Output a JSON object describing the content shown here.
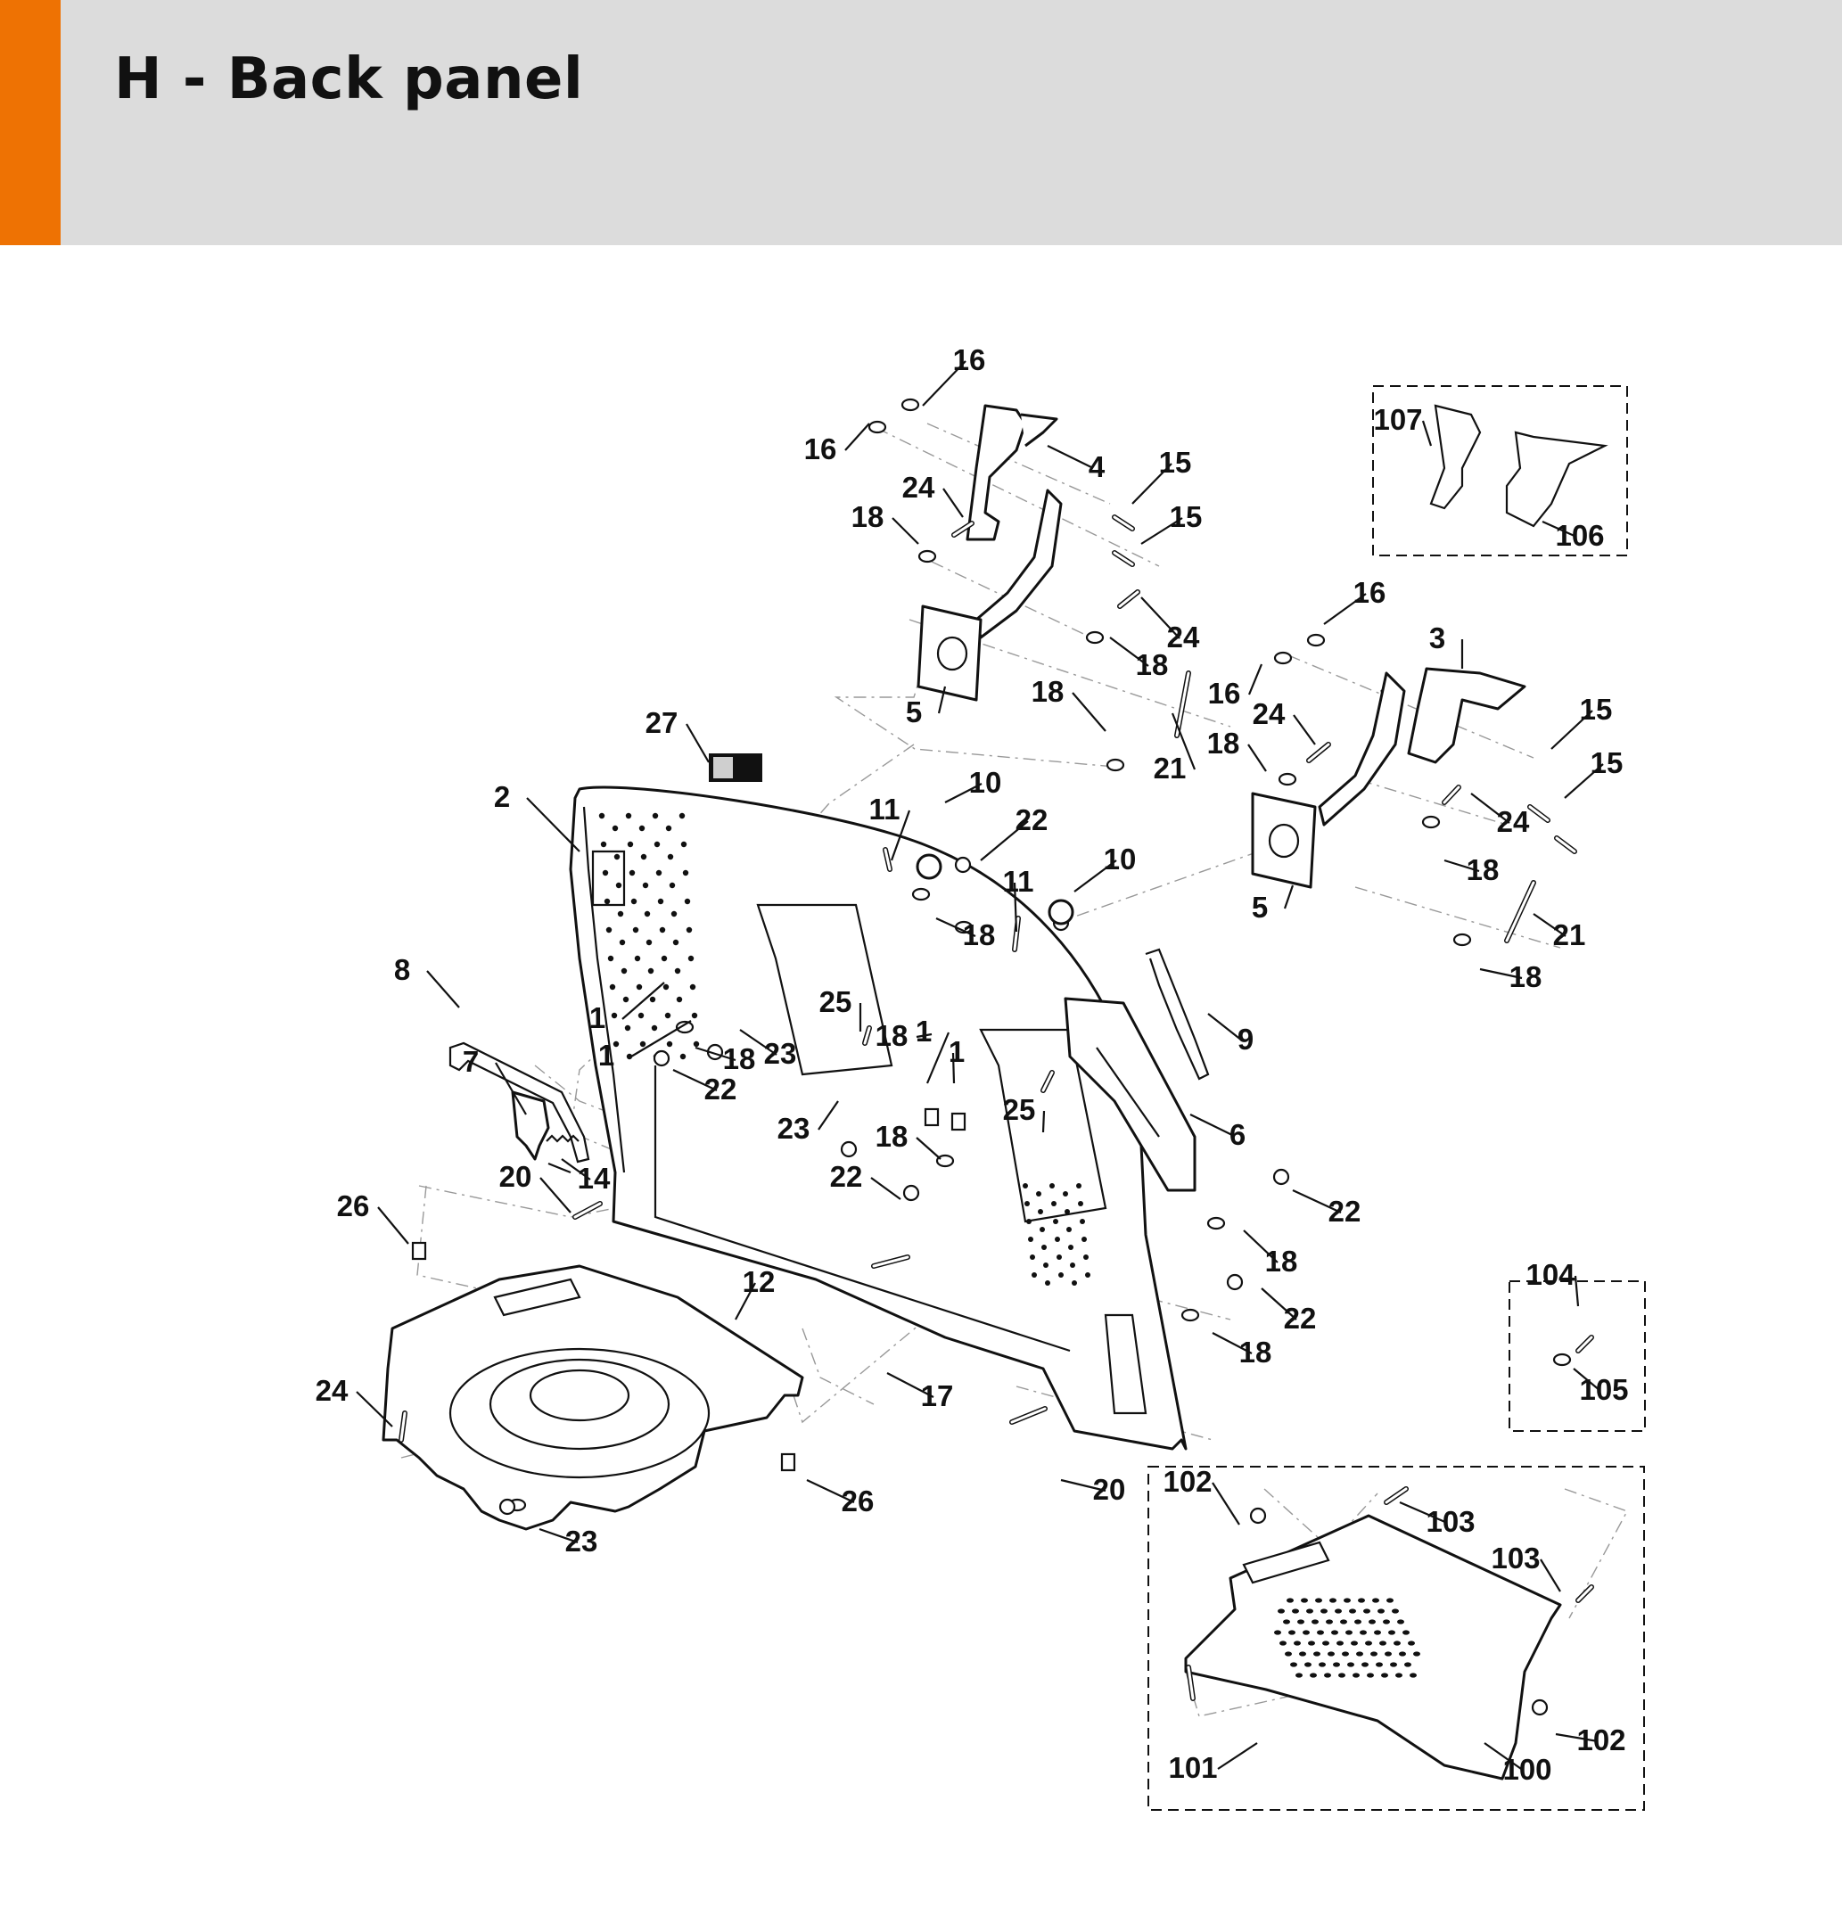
{
  "page": {
    "title": "H - Back panel",
    "accent_color": "#ee7203",
    "header_bg": "#dcdcdc"
  },
  "diagram": {
    "callouts": [
      "16",
      "16",
      "4",
      "15",
      "24",
      "18",
      "15",
      "24",
      "18",
      "5",
      "18",
      "21",
      "16",
      "16",
      "3",
      "24",
      "15",
      "18",
      "15",
      "24",
      "18",
      "5",
      "21",
      "18",
      "107",
      "106",
      "27",
      "2",
      "11",
      "10",
      "22",
      "11",
      "10",
      "18",
      "18",
      "8",
      "1",
      "1",
      "25",
      "1",
      "1",
      "23",
      "22",
      "18",
      "7",
      "14",
      "23",
      "18",
      "22",
      "25",
      "9",
      "6",
      "20",
      "26",
      "22",
      "12",
      "18",
      "22",
      "18",
      "104",
      "105",
      "24",
      "17",
      "20",
      "26",
      "23",
      "102",
      "103",
      "103",
      "101",
      "100",
      "102"
    ]
  }
}
